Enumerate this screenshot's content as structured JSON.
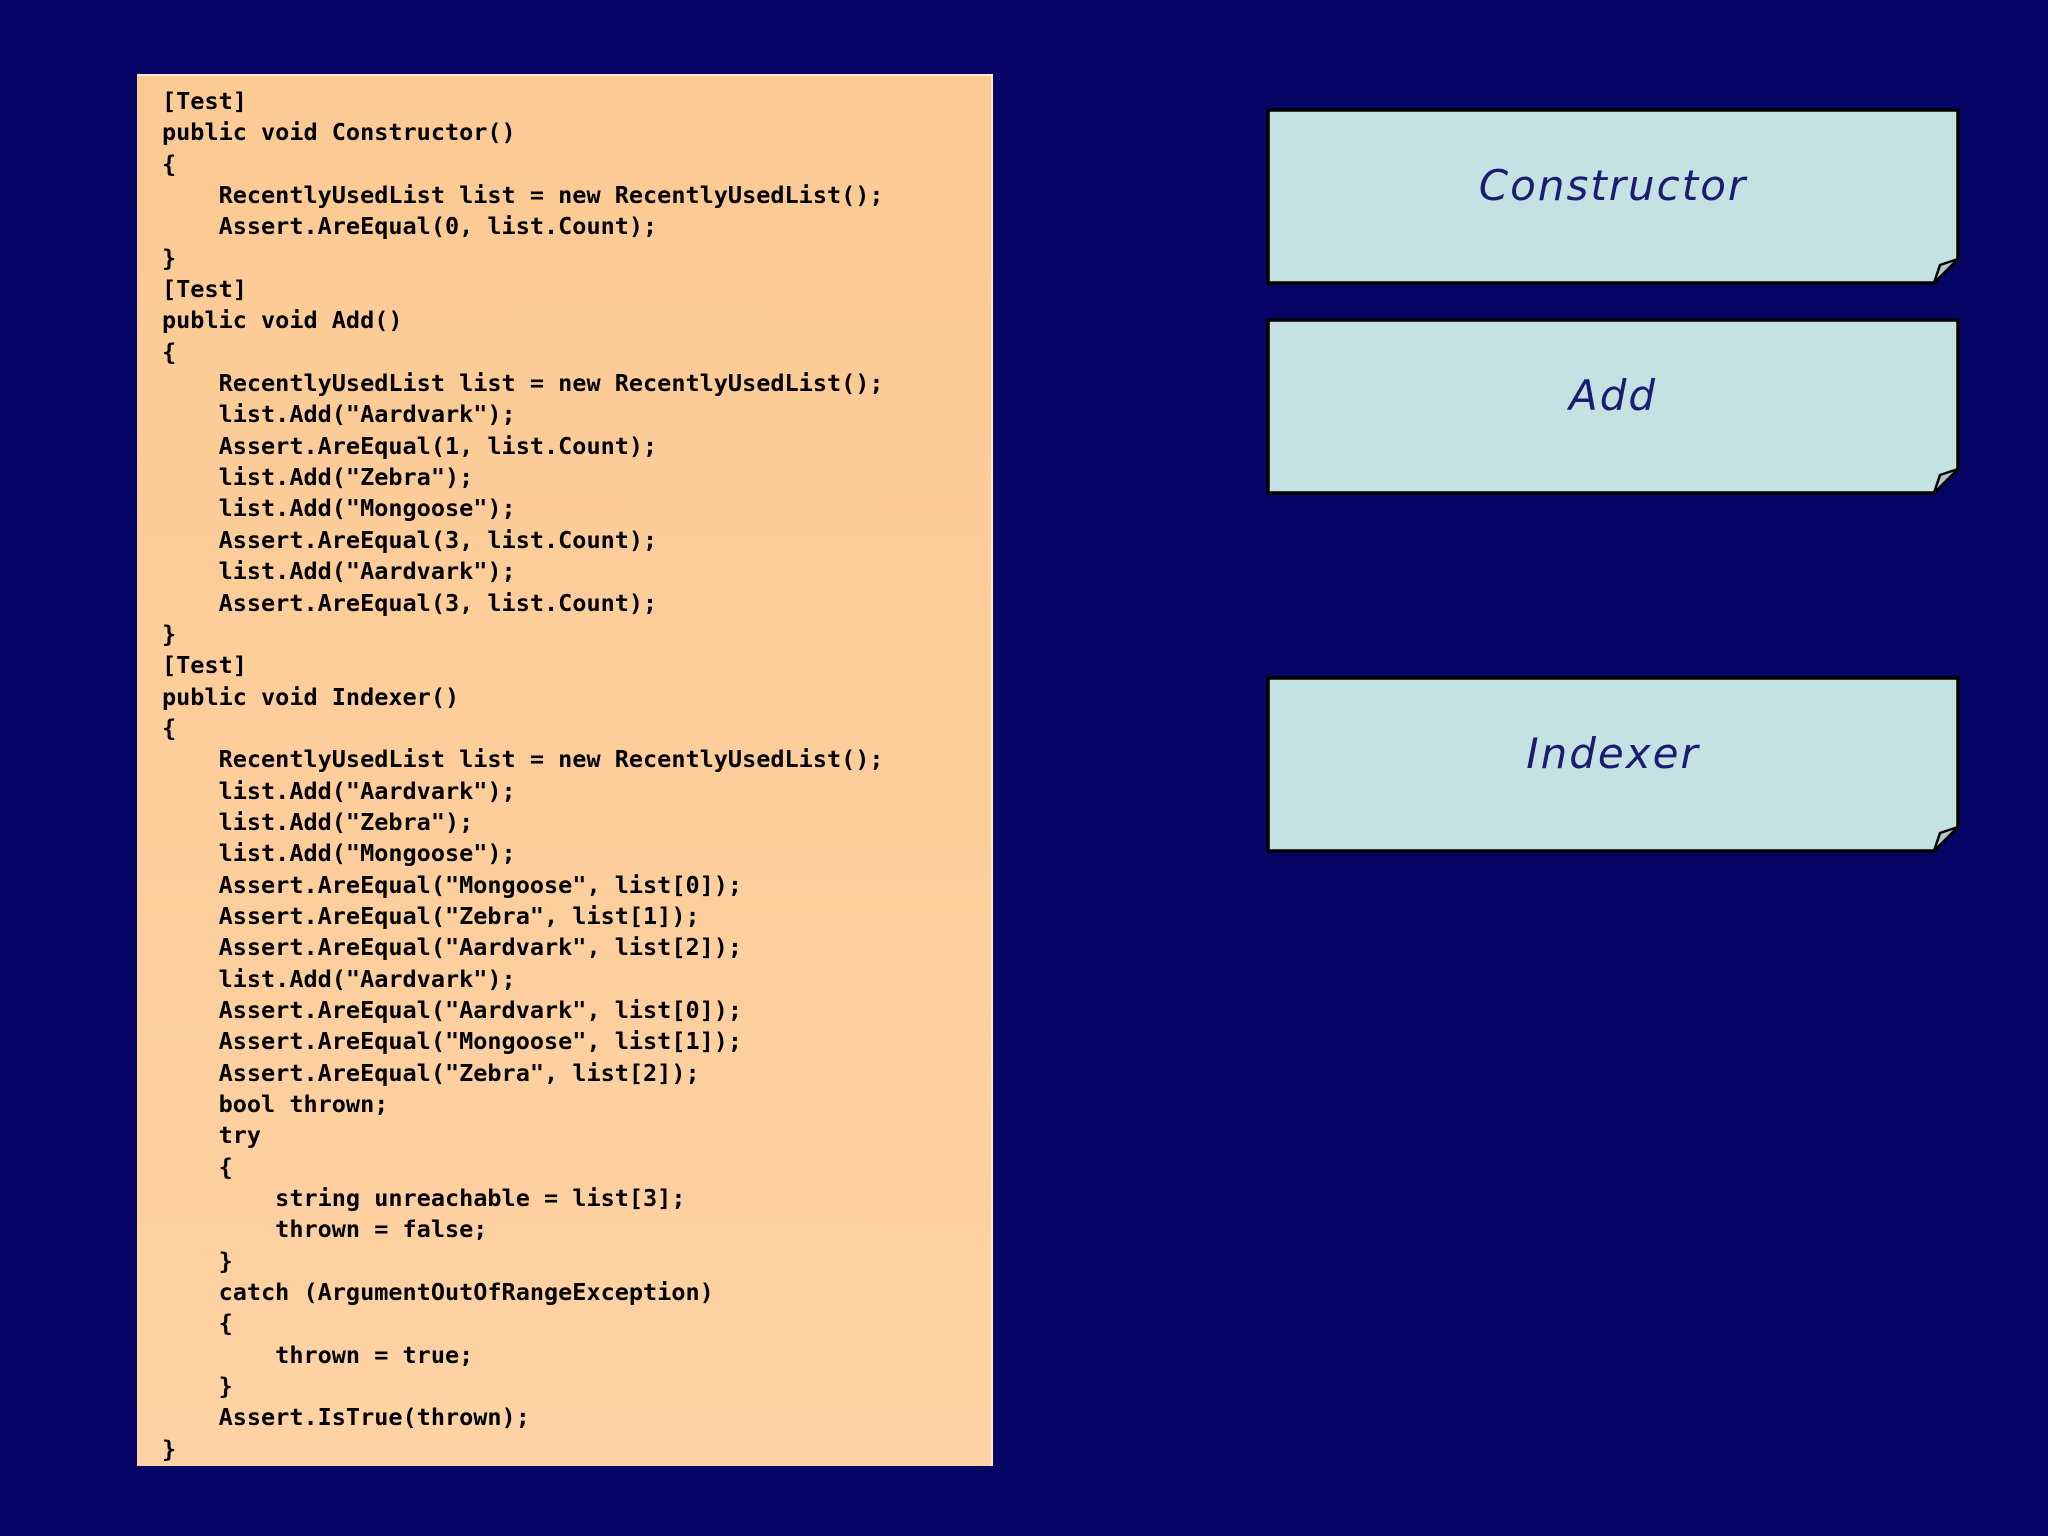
{
  "slide": {
    "background_color": "#050566"
  },
  "code_panel": {
    "background_color": "#FDCE9C",
    "text_color": "#000000",
    "language": "C#",
    "lines": [
      "[Test]",
      "public void Constructor()",
      "{",
      "    RecentlyUsedList list = new RecentlyUsedList();",
      "    Assert.AreEqual(0, list.Count);",
      "}",
      "[Test]",
      "public void Add()",
      "{",
      "    RecentlyUsedList list = new RecentlyUsedList();",
      "    list.Add(\"Aardvark\");",
      "    Assert.AreEqual(1, list.Count);",
      "    list.Add(\"Zebra\");",
      "    list.Add(\"Mongoose\");",
      "    Assert.AreEqual(3, list.Count);",
      "    list.Add(\"Aardvark\");",
      "    Assert.AreEqual(3, list.Count);",
      "}",
      "[Test]",
      "public void Indexer()",
      "{",
      "    RecentlyUsedList list = new RecentlyUsedList();",
      "    list.Add(\"Aardvark\");",
      "    list.Add(\"Zebra\");",
      "    list.Add(\"Mongoose\");",
      "    Assert.AreEqual(\"Mongoose\", list[0]);",
      "    Assert.AreEqual(\"Zebra\", list[1]);",
      "    Assert.AreEqual(\"Aardvark\", list[2]);",
      "    list.Add(\"Aardvark\");",
      "    Assert.AreEqual(\"Aardvark\", list[0]);",
      "    Assert.AreEqual(\"Mongoose\", list[1]);",
      "    Assert.AreEqual(\"Zebra\", list[2]);",
      "    bool thrown;",
      "    try",
      "    {",
      "        string unreachable = list[3];",
      "        thrown = false;",
      "    }",
      "    catch (ArgumentOutOfRangeException)",
      "    {",
      "        thrown = true;",
      "    }",
      "    Assert.IsTrue(thrown);",
      "}"
    ]
  },
  "sticky_notes": {
    "fill_color": "#C4E2E2",
    "border_color": "#000000",
    "text_color": "#1B1B73",
    "items": [
      {
        "label": "Constructor"
      },
      {
        "label": "Add"
      },
      {
        "label": "Indexer"
      }
    ]
  }
}
